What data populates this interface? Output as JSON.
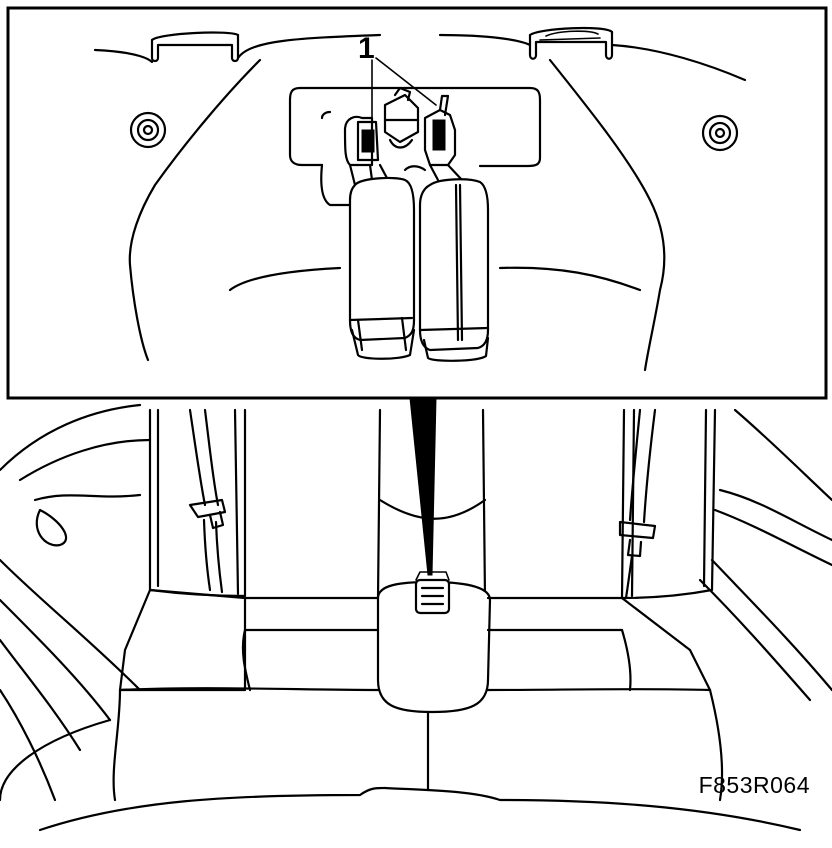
{
  "figure": {
    "callouts": [
      {
        "label": "1",
        "points_to": [
          "left-belt-buckle",
          "right-belt-buckle"
        ]
      }
    ],
    "figure_code": "F853R064"
  }
}
